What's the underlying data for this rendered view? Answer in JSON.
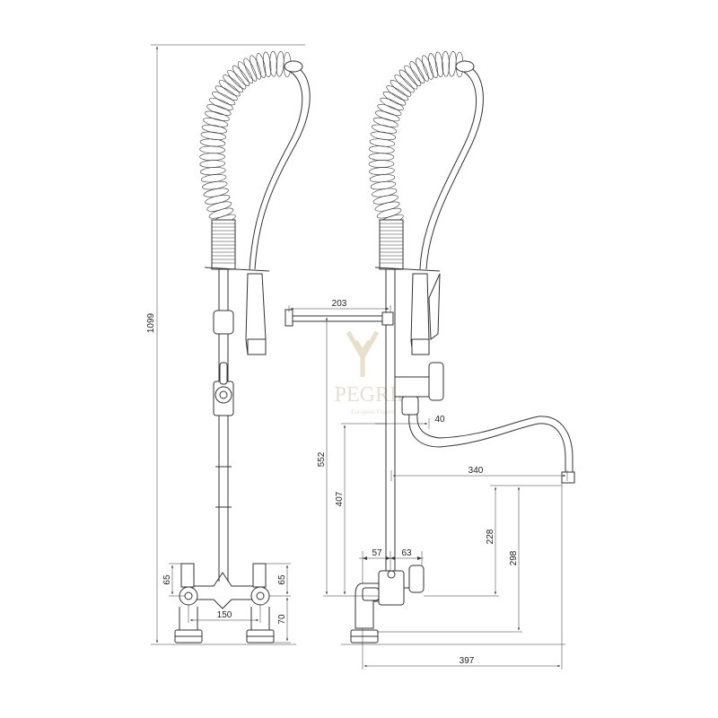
{
  "watermark": {
    "brand": "PEGRID",
    "tagline": "European Faucets"
  },
  "dimensions": {
    "total_height": "1099",
    "side_arm": "203",
    "upper_offset": "40",
    "spout_reach": "340",
    "height_552": "552",
    "height_407": "407",
    "left_half": "57",
    "right_half": "63",
    "height_228": "228",
    "height_298": "298",
    "bottom_reach": "397",
    "deck_65_left": "65",
    "deck_65_right": "65",
    "deck_70": "70",
    "center_spacing": "150"
  },
  "colors": {
    "line": "#333333",
    "watermark": "#e6e0d4"
  }
}
